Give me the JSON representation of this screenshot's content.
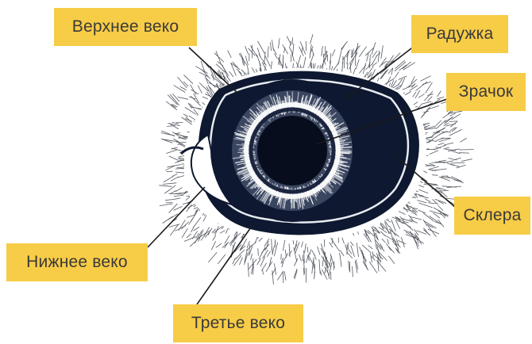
{
  "colors": {
    "label_bg": "#f7cc46",
    "label_text": "#3a3a3a",
    "ink": "#0e1830",
    "leader_line": "#1a1a1a",
    "background": "#ffffff"
  },
  "labels": {
    "upper_lid": "Верхнее веко",
    "iris": "Радужка",
    "pupil": "Зрачок",
    "sclera": "Склера",
    "lower_lid": "Нижнее веко",
    "third_lid": "Третье веко"
  }
}
